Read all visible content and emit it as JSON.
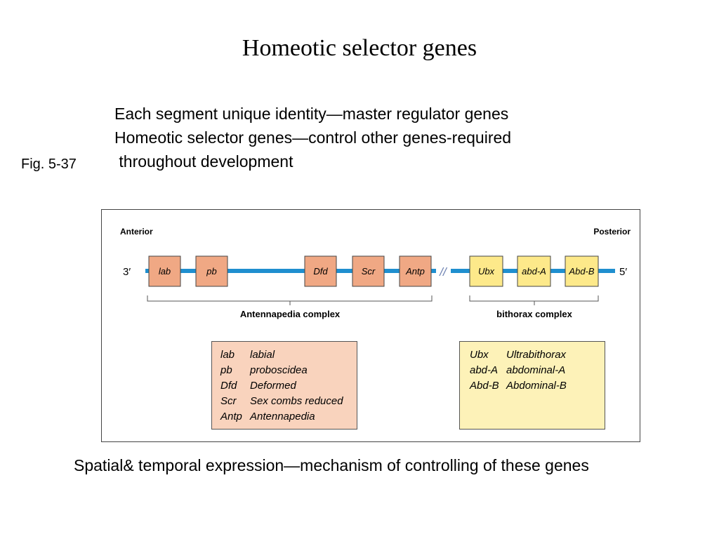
{
  "title": "Homeotic selector genes",
  "bullets": [
    "Each segment unique identity—master regulator genes",
    "Homeotic selector genes—control other genes-required",
    " throughout development"
  ],
  "figure_ref": "Fig. 5-37",
  "diagram": {
    "anterior_label": "Anterior",
    "posterior_label": "Posterior",
    "end_3": "3′",
    "end_5": "5′",
    "break_mark": "//",
    "genes_antennapedia": [
      "lab",
      "pb",
      "Dfd",
      "Scr",
      "Antp"
    ],
    "genes_bithorax": [
      "Ubx",
      "abd-A",
      "Abd-B"
    ],
    "antennapedia_complex_label": "Antennapedia complex",
    "bithorax_complex_label": "bithorax complex",
    "legend_antennapedia": [
      {
        "abbr": "lab",
        "name": "labial"
      },
      {
        "abbr": "pb",
        "name": "proboscidea"
      },
      {
        "abbr": "Dfd",
        "name": "Deformed"
      },
      {
        "abbr": "Scr",
        "name": "Sex combs reduced"
      },
      {
        "abbr": "Antp",
        "name": "Antennapedia"
      }
    ],
    "legend_bithorax": [
      {
        "abbr": "Ubx",
        "name": "Ultrabithorax"
      },
      {
        "abbr": "abd-A",
        "name": "abdominal-A"
      },
      {
        "abbr": "Abd-B",
        "name": "Abdominal-B"
      }
    ],
    "colors": {
      "chromosome": "#1f8fcf",
      "antennapedia_gene_fill": "#f0a884",
      "bithorax_gene_fill": "#fde98a"
    }
  },
  "caption": "Spatial& temporal expression—mechanism of controlling of these genes"
}
